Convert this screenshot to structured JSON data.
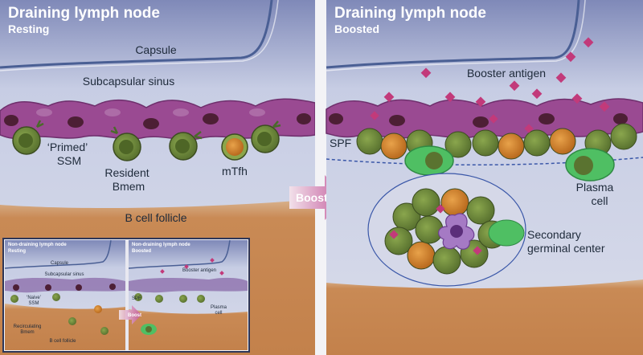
{
  "left_panel": {
    "title": "Draining lymph node",
    "subtitle": "Resting",
    "labels": {
      "capsule": "Capsule",
      "subcapsular_sinus": "Subcapsular sinus",
      "primed_ssm_line1": "‘Primed’",
      "primed_ssm_line2": "SSM",
      "resident_bmem_line1": "Resident",
      "resident_bmem_line2": "Bmem",
      "mtfh": "mTfh",
      "b_cell_follicle": "B cell follicle"
    }
  },
  "arrow": {
    "label": "Boost"
  },
  "right_panel": {
    "title": "Draining lymph node",
    "subtitle": "Boosted",
    "labels": {
      "booster_antigen": "Booster antigen",
      "spf": "SPF",
      "plasma_cell_line1": "Plasma",
      "plasma_cell_line2": "cell",
      "secondary_gc_line1": "Secondary",
      "secondary_gc_line2": "germinal center"
    }
  },
  "inset": {
    "left": {
      "title": "Non-draining lymph node",
      "subtitle": "Resting",
      "capsule": "Capsule",
      "subcapsular_sinus": "Subcapsular sinus",
      "naive_ssm_line1": "‘Naive’",
      "naive_ssm_line2": "SSM",
      "recirc_line1": "Recirculating",
      "recirc_line2": "Bmem",
      "b_cell_follicle": "B cell follicle"
    },
    "right": {
      "title": "Non-draining lymph node",
      "subtitle": "Boosted",
      "booster_antigen": "Booster antigen",
      "spf": "SPF",
      "plasma_line1": "Plasma",
      "plasma_line2": "cell",
      "boost": "Boost"
    }
  },
  "colors": {
    "sky": "#c9d0e6",
    "follicle": "#c88954",
    "ssm_purple": "#9b4a93",
    "bmem_green": "#6e8a3a",
    "mtfh_orange": "#d98a2a",
    "plasma_green": "#4fbf63",
    "antigen_magenta": "#c23a7a",
    "arrow_pink": "#c8709e"
  }
}
